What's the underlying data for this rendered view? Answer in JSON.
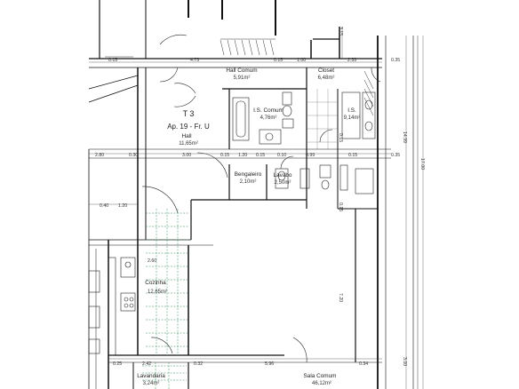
{
  "unit": {
    "title": "T 3",
    "subtitle": "Ap. 19 - Fr. U"
  },
  "rooms": [
    {
      "id": "hall-comum",
      "name": "Hall Comum",
      "area": "5,91m²"
    },
    {
      "id": "closet",
      "name": "Closet",
      "area": "6,48m²"
    },
    {
      "id": "is-comum",
      "name": "I.S. Comum",
      "area": "4,76m²"
    },
    {
      "id": "is",
      "name": "I.S.",
      "area": "9,14m²"
    },
    {
      "id": "hall",
      "name": "Hall",
      "area": "11,65m²"
    },
    {
      "id": "bengaleiro",
      "name": "Bengaleiro",
      "area": "2,10m²"
    },
    {
      "id": "lavabo",
      "name": "Lavabo",
      "area": "2,50m²"
    },
    {
      "id": "cozinha",
      "name": "Cozinha",
      "area": "12,65m²"
    },
    {
      "id": "lavandaria",
      "name": "Lavandaria",
      "area": "3,24m²"
    },
    {
      "id": "sala-comum",
      "name": "Sala Comum",
      "area": "46,12m²"
    }
  ],
  "dimensions": {
    "top_row": [
      "0.15",
      "4.73",
      "0.15",
      "1.00",
      "2.33",
      "0.35"
    ],
    "mid_row": [
      "2.80",
      "0.30",
      "3.00",
      "0.15",
      "1.20",
      "0.15",
      "0.10",
      "0.99",
      "0.15",
      "0.35"
    ],
    "left_col": [
      "0.40",
      "1.20"
    ],
    "kitchen": [
      "2.60"
    ],
    "bottom_row": [
      "0.25",
      "2.42",
      "0.32",
      "5.96",
      "0.34"
    ],
    "right_col": [
      "14.99",
      "17.00",
      "3.00"
    ],
    "vertical_misc": [
      "3.15",
      "0.15",
      "7.20",
      "0.15"
    ]
  }
}
